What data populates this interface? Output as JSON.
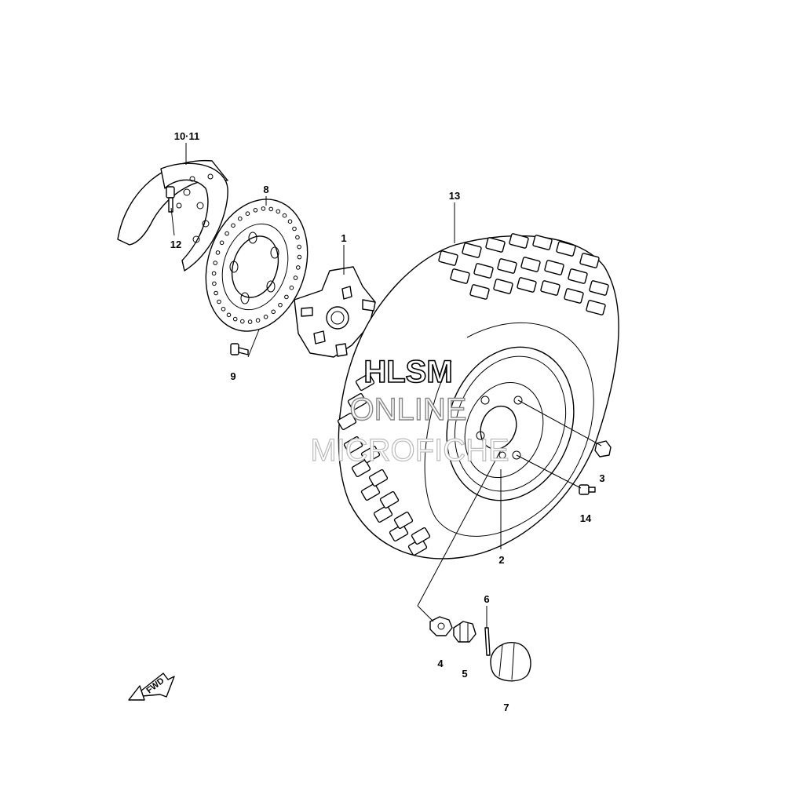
{
  "diagram": {
    "callouts": {
      "p10_11": "10·11",
      "p12": "12",
      "p8": "8",
      "p9": "9",
      "p1": "1",
      "p13": "13",
      "p3": "3",
      "p14": "14",
      "p2": "2",
      "p6": "6",
      "p4": "4",
      "p5": "5",
      "p7": "7"
    },
    "direction_marker": "FWD"
  },
  "watermark": {
    "line1": "HLSM",
    "line2": "ONLINE",
    "line3": "MICROFICHE"
  }
}
